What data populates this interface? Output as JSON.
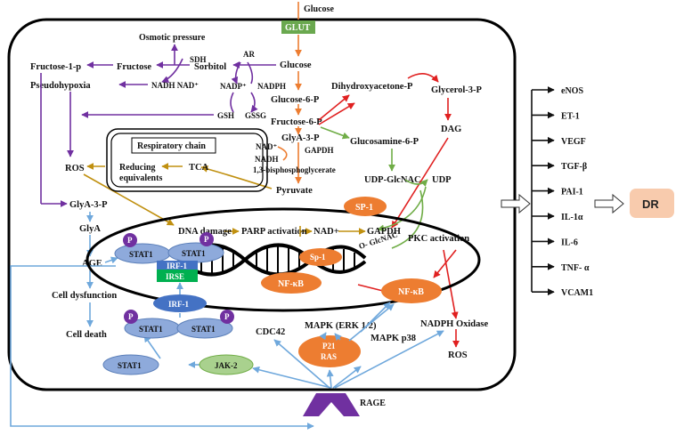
{
  "colors": {
    "orange": "#ed7d31",
    "purple": "#7030a0",
    "red": "#e02020",
    "green": "#70ad47",
    "blue": "#6fa8dc",
    "gold": "#c09010",
    "brown": "#a0522d",
    "glut": "#6aa84f",
    "irse": "#00b050",
    "stat": "#8eaadb",
    "dr_box": "#f8cbad"
  },
  "top": {
    "glucose": "Glucose",
    "glut": "GLUT"
  },
  "polyol": {
    "osmotic_pressure": "Osmotic pressure",
    "sdh": "SDH",
    "ar": "AR",
    "fructose_1p": "Fructose-1-p",
    "fructose": "Fructose",
    "sorbitol": "Sorbitol",
    "glucose": "Glucose",
    "pseudohypoxia": "Pseudohypoxia",
    "nadh_nad": "NADH  NAD⁺",
    "nadp": "NADP⁺",
    "nadph": "NADPH",
    "gsh": "GSH",
    "gssg": "GSSG"
  },
  "glycolysis": {
    "glucose_6p": "Glucose-6-P",
    "fructose_6p": "Fructose-6-P",
    "dhap": "Dihydroxyacetone-P",
    "glycerol_3p": "Glycerol-3-P",
    "dag": "DAG",
    "glya_3p": "GlyA-3-P",
    "nad": "NAD⁺",
    "gapdh": "GAPDH",
    "nadh": "NADH",
    "bpg": "1,3-bisphosphoglycerate",
    "pyruvate": "Pyruvate",
    "glucosamine_6p": "Glucosamine-6-P",
    "udp_glcnac": "UDP-GlcNAC",
    "udp": "UDP"
  },
  "mito": {
    "resp_chain": "Respiratory chain",
    "reducing": "Reducing",
    "equivalents": "equivalents",
    "tca": "TCA"
  },
  "left": {
    "ros": "ROS",
    "glya_3p": "GlyA-3-P",
    "glya": "GlyA",
    "age": "AGE",
    "cell_dysfunction": "Cell dysfunction",
    "cell_death": "Cell death"
  },
  "nucleus": {
    "dna_damage": "DNA damage",
    "parp": "PARP activation",
    "nad_plus": "NAD+",
    "gapdh": "GAPDH",
    "o_glcnac": "O- GlcNAC",
    "sp1": "Sp-1",
    "nfkb": "NF-κB",
    "irf1": "IRF-1",
    "irse": "IRSE",
    "stat1": "STAT1",
    "p": "P"
  },
  "signaling": {
    "sp1": "SP-1",
    "pkc": "PKC activation",
    "nfkb": "NF-κB",
    "nadph_oxidase": "NADPH Oxidase",
    "ros": "ROS",
    "cdc42": "CDC42",
    "mapk_erk": "MAPK (ERK 1/2)",
    "mapk_p38": "MAPK p38",
    "p21": "P21",
    "ras": "RAS",
    "irf1": "IRF-1",
    "stat1": "STAT1",
    "jak2": "JAK-2",
    "rage": "RAGE"
  },
  "outputs": {
    "items": [
      "eNOS",
      "ET-1",
      "VEGF",
      "TGF-β",
      "PAI-1",
      "IL-1α",
      "IL-6",
      "TNF- α",
      "VCAM1"
    ],
    "dr": "DR"
  }
}
